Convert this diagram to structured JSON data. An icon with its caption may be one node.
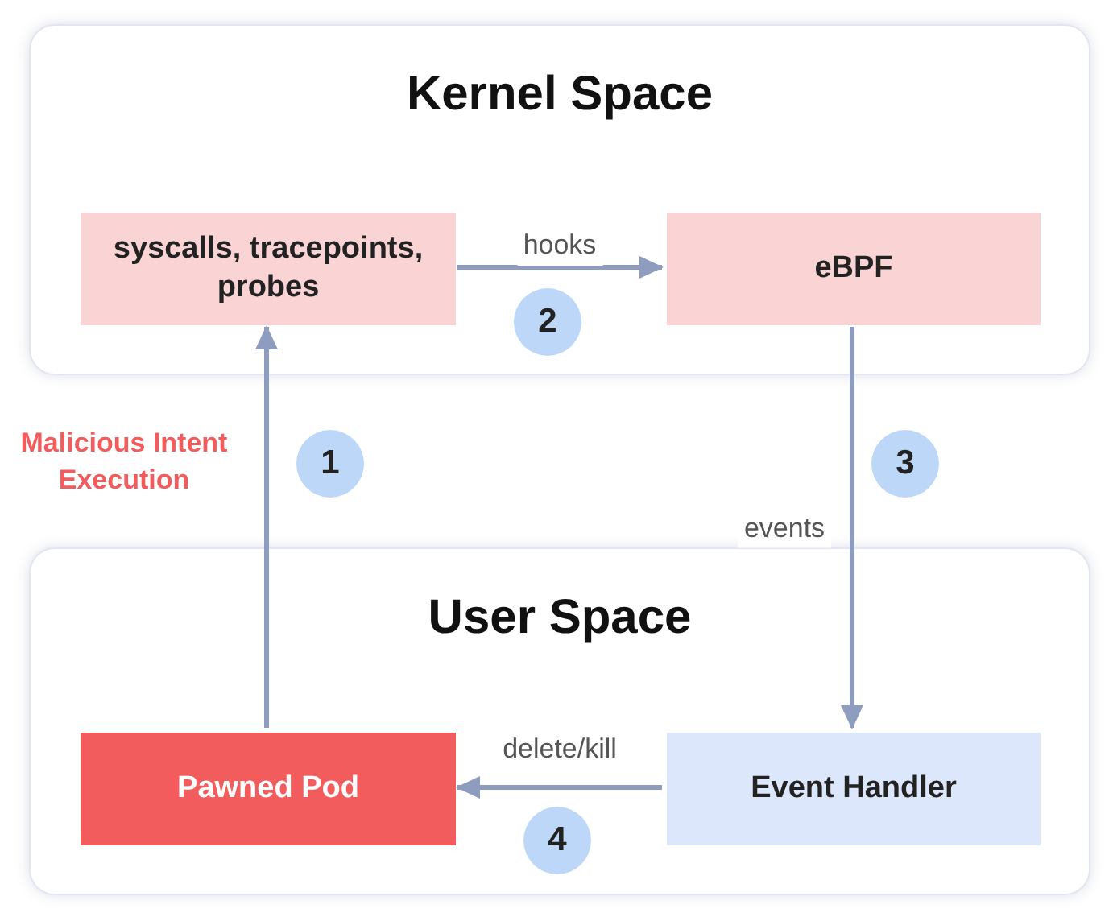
{
  "diagram": {
    "nodes": [
      {
        "text": [
          "Kernel Space"
        ]
      },
      {
        "text": [
          "syscalls, tracepoints, probes"
        ],
        "in": 0
      },
      {
        "text": [
          "eBPF"
        ],
        "in": 0
      },
      {
        "text": [
          "User Space"
        ]
      },
      {
        "text": [
          "Pawned Pod"
        ],
        "in": 3
      },
      {
        "text": [
          "Event Handler"
        ],
        "in": 3
      }
    ],
    "edges": [
      {
        "from": 4,
        "to": 1,
        "arrow": "to"
      },
      {
        "from": 1,
        "to": 2,
        "arrow": "to",
        "label": "hooks"
      },
      {
        "from": 2,
        "to": 5,
        "arrow": "to",
        "label": "events"
      },
      {
        "from": 5,
        "to": 4,
        "arrow": "to",
        "label": "delete/kill"
      }
    ],
    "labels": [
      "2",
      "Malicious Intent Execution",
      "1",
      "3",
      "4"
    ]
  }
}
